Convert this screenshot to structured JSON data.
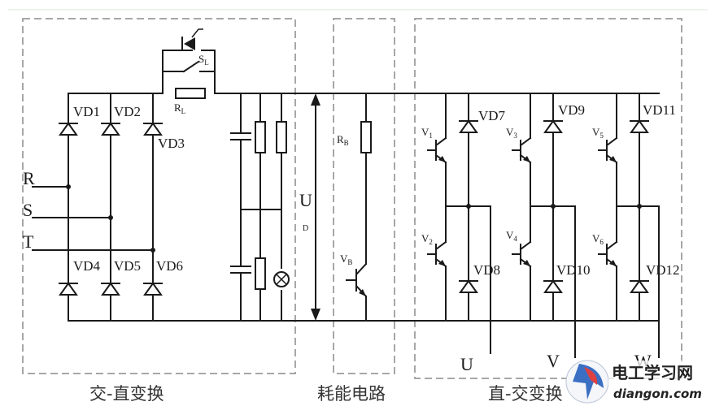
{
  "sections": {
    "rectifier": "交-直变换",
    "braking": "耗能电路",
    "inverter": "直-交变换"
  },
  "inputs": [
    "R",
    "S",
    "T"
  ],
  "outputs": [
    "U",
    "V",
    "W"
  ],
  "rectifier_diodes": [
    "VD1",
    "VD2",
    "VD3",
    "VD4",
    "VD5",
    "VD6"
  ],
  "charging": {
    "resistor": "R",
    "resistor_sub": "L",
    "switch": "S",
    "switch_sub": "L"
  },
  "dc_bus": {
    "label": "U",
    "sub": "D"
  },
  "brake": {
    "resistor": "R",
    "resistor_sub": "B",
    "transistor": "V",
    "transistor_sub": "B"
  },
  "transistors": [
    {
      "name": "V",
      "sub": "1"
    },
    {
      "name": "V",
      "sub": "3"
    },
    {
      "name": "V",
      "sub": "5"
    },
    {
      "name": "V",
      "sub": "2"
    },
    {
      "name": "V",
      "sub": "4"
    },
    {
      "name": "V",
      "sub": "6"
    }
  ],
  "freewheel_diodes": [
    "VD7",
    "VD9",
    "VD11",
    "VD8",
    "VD10",
    "VD12"
  ],
  "watermark": {
    "cn": "电工学习网",
    "en": "diangon.com"
  },
  "colors": {
    "line": "#1a1a1a",
    "box": "#8a8a8a"
  }
}
